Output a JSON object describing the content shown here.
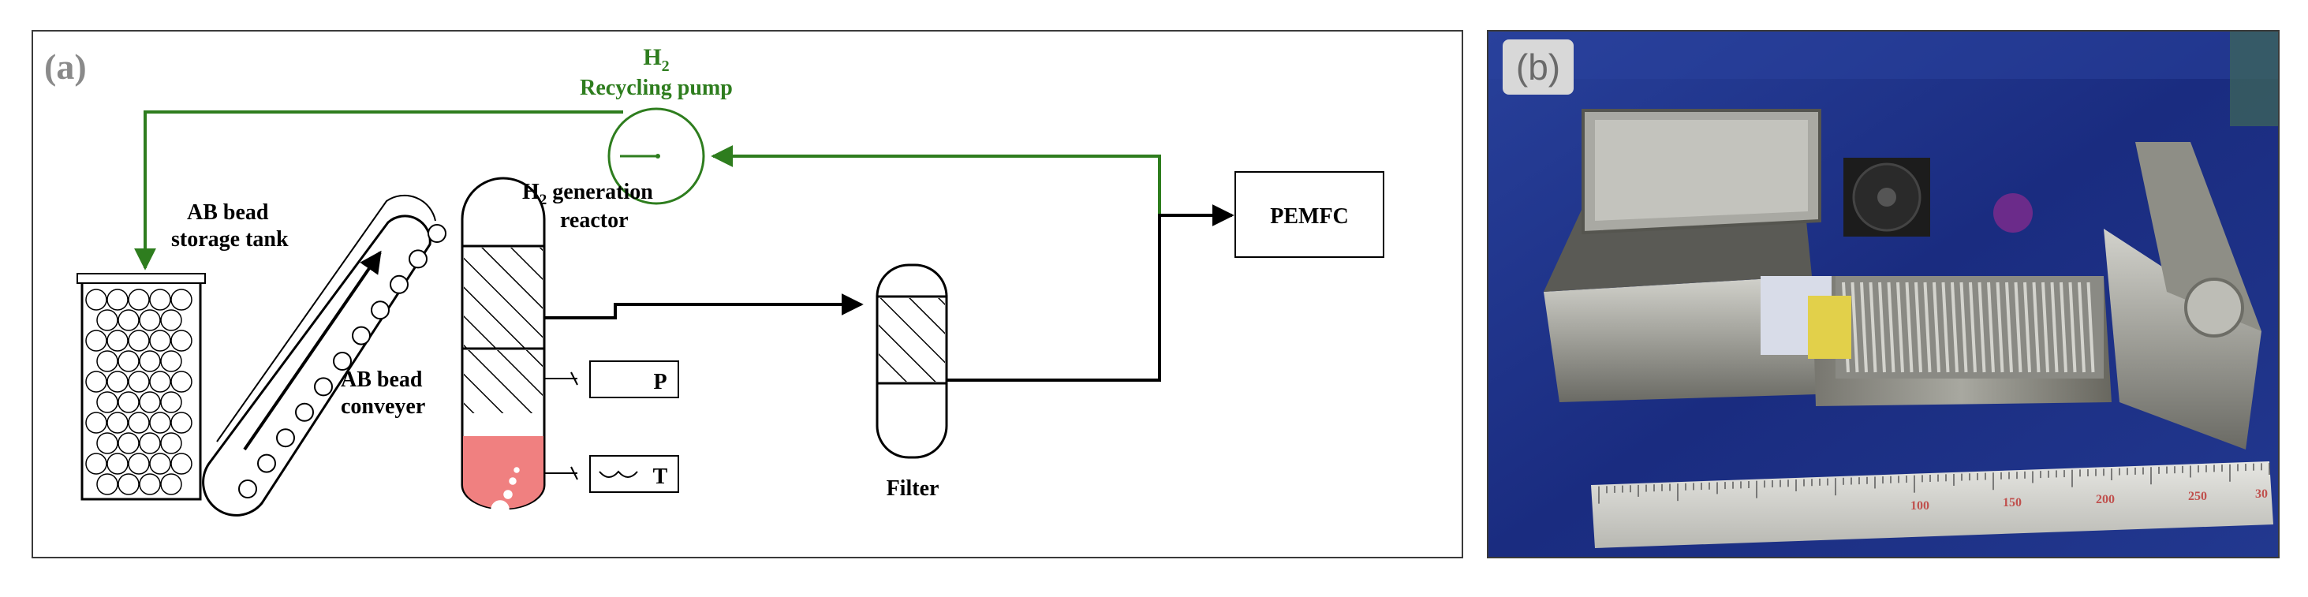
{
  "panel_a": {
    "label": "(a)",
    "h2_recycling_pump": {
      "h": "H",
      "sub": "2",
      "name": "Recycling pump"
    },
    "storage_tank": {
      "line1": "AB bead",
      "line2": "storage tank"
    },
    "conveyer": {
      "line1": "AB bead",
      "line2": "conveyer"
    },
    "reactor": {
      "h": "H",
      "sub": "2",
      "rest": " generation",
      "line2": "reactor"
    },
    "pressure_gauge": "P",
    "temperature_gauge": "T",
    "filter": "Filter",
    "fuel_cell": "PEMFC",
    "colors": {
      "hydrogen_line": "#2e7d1e",
      "flow_line": "#000000",
      "heated_zone": "#f08080"
    }
  },
  "panel_b": {
    "label": "(b)",
    "ruler_ticks": [
      "100",
      "150",
      "200",
      "250",
      "30"
    ]
  }
}
